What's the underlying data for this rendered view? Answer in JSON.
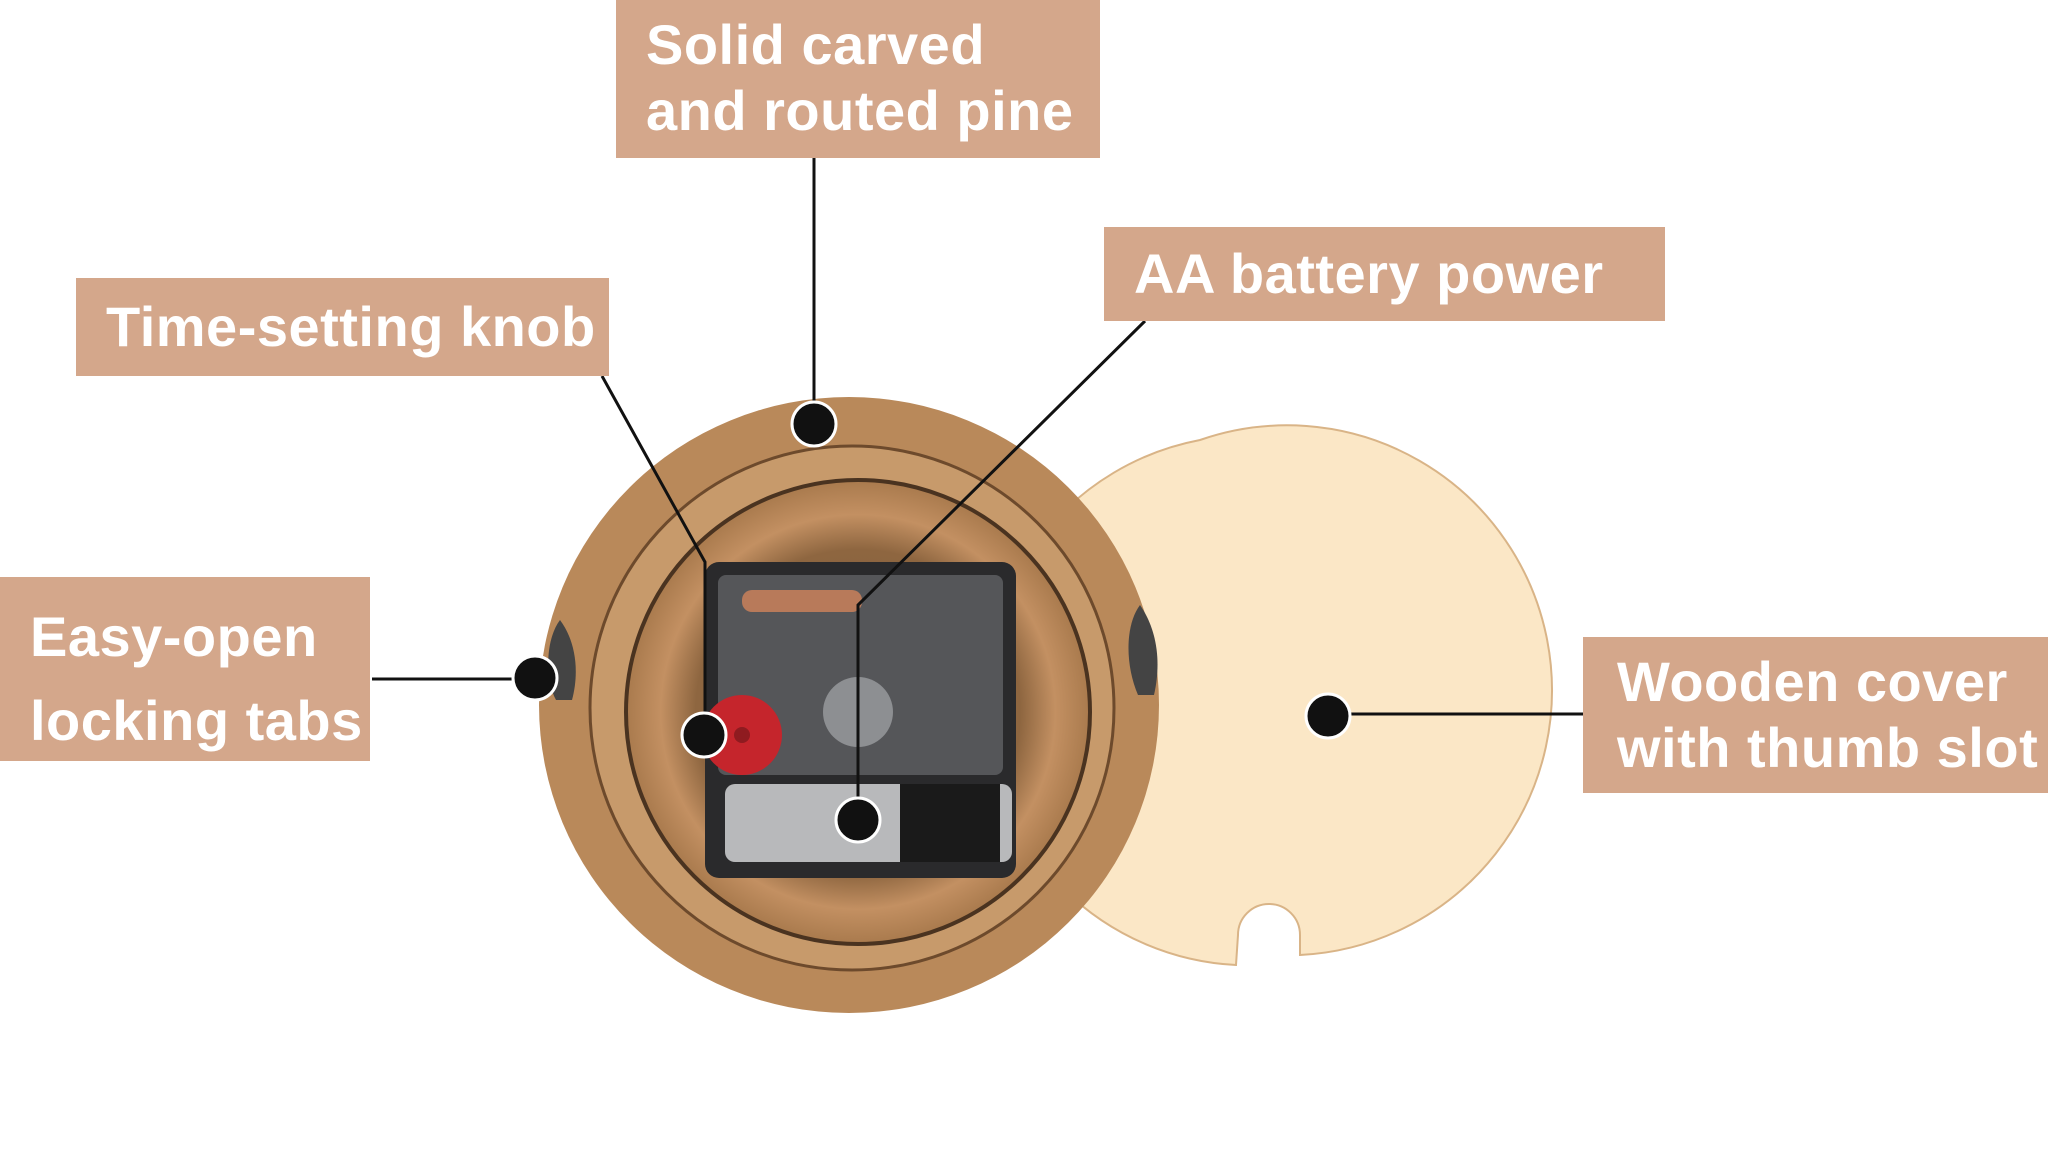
{
  "labels": {
    "pine": [
      "Solid carved",
      "and routed pine"
    ],
    "knob": "Time-setting knob",
    "battery": "AA battery power",
    "tabs": [
      "Easy-open",
      "locking tabs"
    ],
    "cover": [
      "Wooden cover",
      "with thumb slot"
    ]
  },
  "colors": {
    "label_bg": "#d4a78b",
    "label_text": "#ffffff",
    "wood": "#b58557",
    "cover": "#fbe7c6",
    "callout": "#111111"
  },
  "icons": [
    "clock-movement-illustration",
    "callout-dot"
  ]
}
